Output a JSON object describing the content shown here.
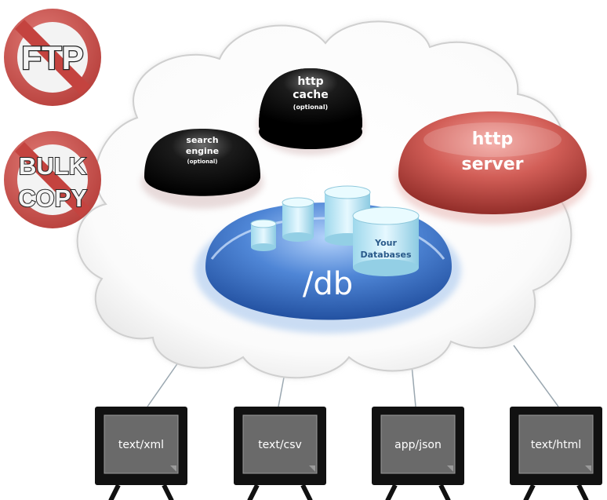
{
  "diagram": {
    "prohibited": [
      {
        "id": "ftp",
        "label": "FTP"
      },
      {
        "id": "bulk-copy",
        "label_line1": "BULK",
        "label_line2": "COPY"
      }
    ],
    "components": {
      "http_cache": {
        "line1": "http",
        "line2": "cache",
        "line3": "(optional)"
      },
      "search_engine": {
        "line1": "search",
        "line2": "engine",
        "line3": "(optional)"
      },
      "http_server": {
        "line1": "http",
        "line2": "server"
      },
      "db": {
        "label": "/db"
      },
      "databases": {
        "line1": "Your",
        "line2": "Databases"
      }
    },
    "clients": [
      {
        "label": "text/xml"
      },
      {
        "label": "text/csv"
      },
      {
        "label": "app/json"
      },
      {
        "label": "text/html"
      }
    ],
    "colors": {
      "prohibited_red": "#c8534f",
      "server_red": "#cf5b55",
      "db_blue": "#4f86d6",
      "cylinder_cyan": "#bfe8f5",
      "black_dome": "#0a0a0a"
    }
  }
}
